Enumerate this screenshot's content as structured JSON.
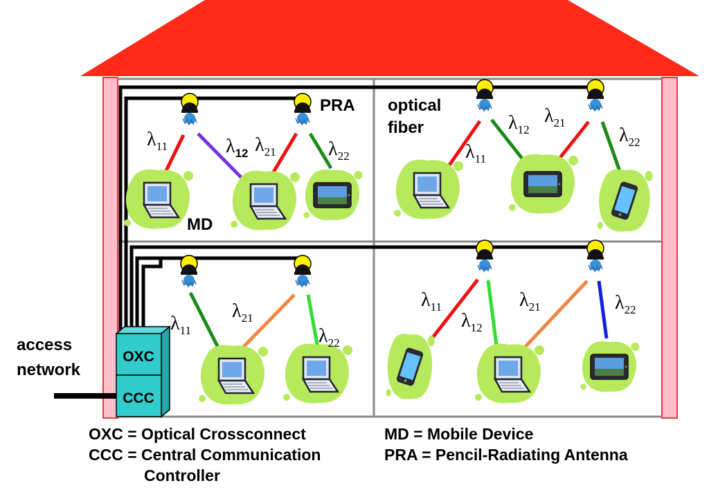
{
  "labels": {
    "pra": "PRA",
    "optical_fiber_1": "optical",
    "optical_fiber_2": "fiber",
    "md": "MD",
    "access_1": "access",
    "access_2": "network",
    "oxc": "OXC",
    "ccc": "CCC"
  },
  "lambda": {
    "symbol": "λ",
    "w11": "11",
    "w12": "12",
    "w21": "21",
    "w22": "22"
  },
  "legend": {
    "oxc": "OXC = Optical Crossconnect",
    "ccc_1": "CCC = Central Communication",
    "ccc_2": "Controller",
    "md": "MD = Mobile Device",
    "pra": "PRA = Pencil-Radiating Antenna"
  },
  "colors": {
    "roof": "#ff2a1a",
    "wall": "#ffc0cc",
    "device_blob": "#b6ea5c",
    "antenna_head": "#ffee00",
    "oxc_ccc": "#33cccc",
    "red_link": "#ee1111",
    "green_link": "#1a8a1a",
    "light_green_link": "#33dd33",
    "orange_link": "#ee8844",
    "blue_link": "#1122dd",
    "violet_link": "#7733dd"
  }
}
